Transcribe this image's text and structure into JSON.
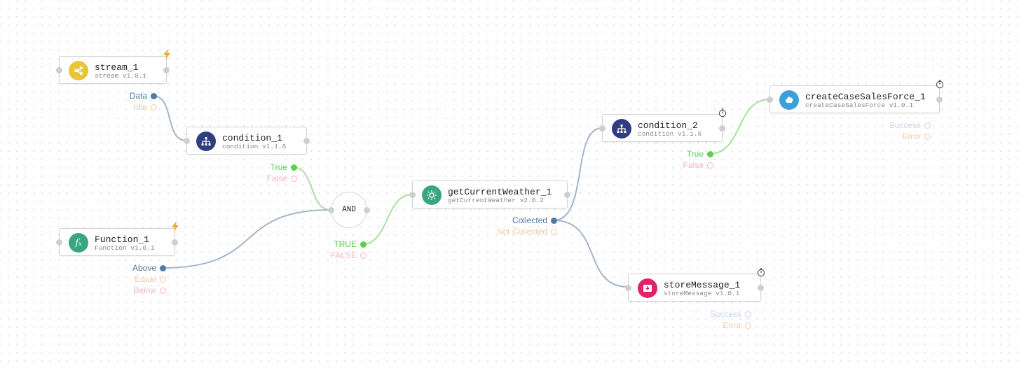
{
  "colors": {
    "active_blue": "#4e7aa6",
    "active_green": "#5fcf4f",
    "inactive_orange": "#f4c9a4",
    "inactive_pink": "#f3b6c2",
    "inactive_blue": "#c6d5ea",
    "wire_blue": "#a3b5cc",
    "wire_green": "#a6e39c",
    "stream_yellow": "#e8c53a",
    "condition_navy": "#2f3e7e",
    "function_green": "#3aa581",
    "weather_green": "#3aa581",
    "salesforce_blue": "#3c9fd8",
    "store_pink": "#e0236b"
  },
  "nodes": {
    "stream_1": {
      "title": "stream_1",
      "subtitle": "stream v1.0.1",
      "icon": "share-icon",
      "marker": "lightning-icon"
    },
    "condition_1": {
      "title": "condition_1",
      "subtitle": "condition v1.1.6",
      "icon": "sitemap-icon"
    },
    "function_1": {
      "title": "Function_1",
      "subtitle": "Function v1.0.1",
      "icon": "function-icon",
      "marker": "lightning-icon"
    },
    "and": {
      "title": "AND"
    },
    "weather": {
      "title": "getCurrentWeather_1",
      "subtitle": "getCurrentWeather v2.0.2",
      "icon": "weather-sun-icon"
    },
    "condition_2": {
      "title": "condition_2",
      "subtitle": "condition v1.1.6",
      "icon": "sitemap-icon",
      "marker": "stopwatch-icon"
    },
    "salesforce": {
      "title": "createCaseSalesForce_1",
      "subtitle": "createCaseSalesForce v1.0.1",
      "icon": "cloud-icon",
      "marker": "stopwatch-icon"
    },
    "store": {
      "title": "storeMessage_1",
      "subtitle": "storeMessage v1.0.1",
      "icon": "inbox-download-icon",
      "marker": "stopwatch-icon"
    }
  },
  "outputs": {
    "stream_1": {
      "data": "Data",
      "idle": "Idle"
    },
    "condition_1": {
      "true": "True",
      "false": "False"
    },
    "function_1": {
      "above": "Above",
      "equal": "Equal",
      "below": "Below"
    },
    "and": {
      "true": "TRUE",
      "false": "FALSE"
    },
    "weather": {
      "collected": "Collected",
      "not_collected": "Not Collected"
    },
    "condition_2": {
      "true": "True",
      "false": "False"
    },
    "salesforce": {
      "success": "Success",
      "error": "Error"
    },
    "store": {
      "success": "Success",
      "error": "Error"
    }
  }
}
